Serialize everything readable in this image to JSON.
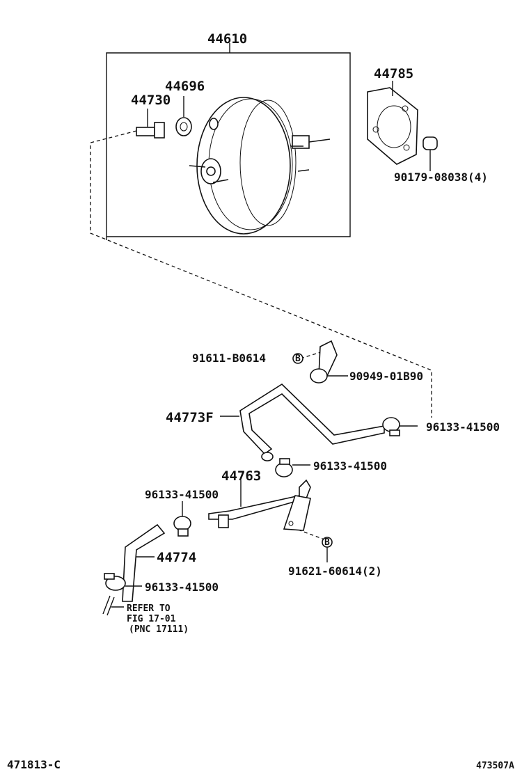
{
  "labels": {
    "booster_assy": "44610",
    "gasket": "44785",
    "check_valve_seat": "44696",
    "check_valve": "44730",
    "nut": "90179-08038(4)",
    "clip_bolt": "91611-B0614",
    "clamp": "90949-01B90",
    "hose_main": "44773F",
    "hose_clip_right": "96133-41500",
    "hose_clip_mid": "96133-41500",
    "pipe": "44763",
    "pipe_clip_left": "96133-41500",
    "hose_small": "44774",
    "hose_clip_bottom": "96133-41500",
    "bolt_b": "91621-60614(2)",
    "ref_line1": "REFER TO",
    "ref_line2": "FIG 17-01",
    "ref_line3": "(PNC 17111)",
    "marker_b1": "B",
    "marker_b2": "B",
    "footer_left": "471813-C",
    "footer_right": "473507A"
  },
  "colors": {
    "ink": "#111111",
    "paper": "#ffffff"
  }
}
